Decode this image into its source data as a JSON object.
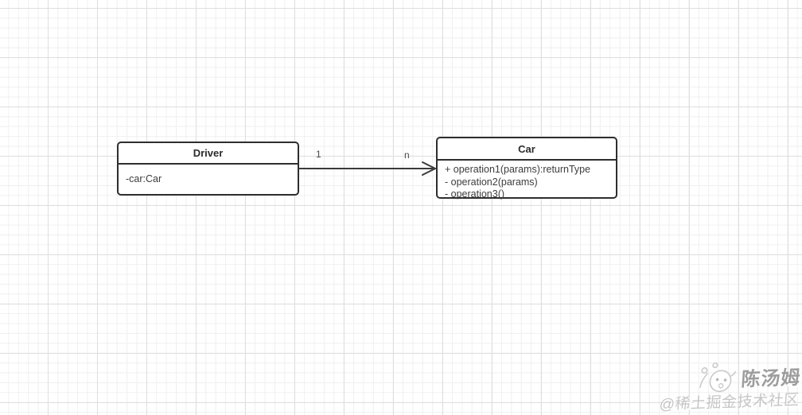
{
  "diagram": {
    "type": "uml-class-diagram",
    "classes": [
      {
        "name": "Driver",
        "attributes": [
          "-car:Car"
        ],
        "operations": []
      },
      {
        "name": "Car",
        "attributes": [],
        "operations": [
          "+ operation1(params):returnType",
          "- operation2(params)",
          "- operation3()"
        ]
      }
    ],
    "association": {
      "from": "Driver",
      "to": "Car",
      "source_multiplicity": "1",
      "target_multiplicity": "n",
      "arrow_style": "open-arrowhead"
    }
  },
  "watermark": {
    "author": "陈汤姆",
    "community": "@稀土掘金技术社区",
    "icon": "mascot-face-icon"
  },
  "colors": {
    "box_border": "#2e2e2e",
    "box_fill": "#ffffff",
    "diagram_text": "#3c3c3c",
    "grid_minor": "#f0f0f0",
    "grid_major": "#dfdfdf",
    "watermark_main": "#9d9d9d",
    "watermark_sub": "#c6c6c6"
  }
}
